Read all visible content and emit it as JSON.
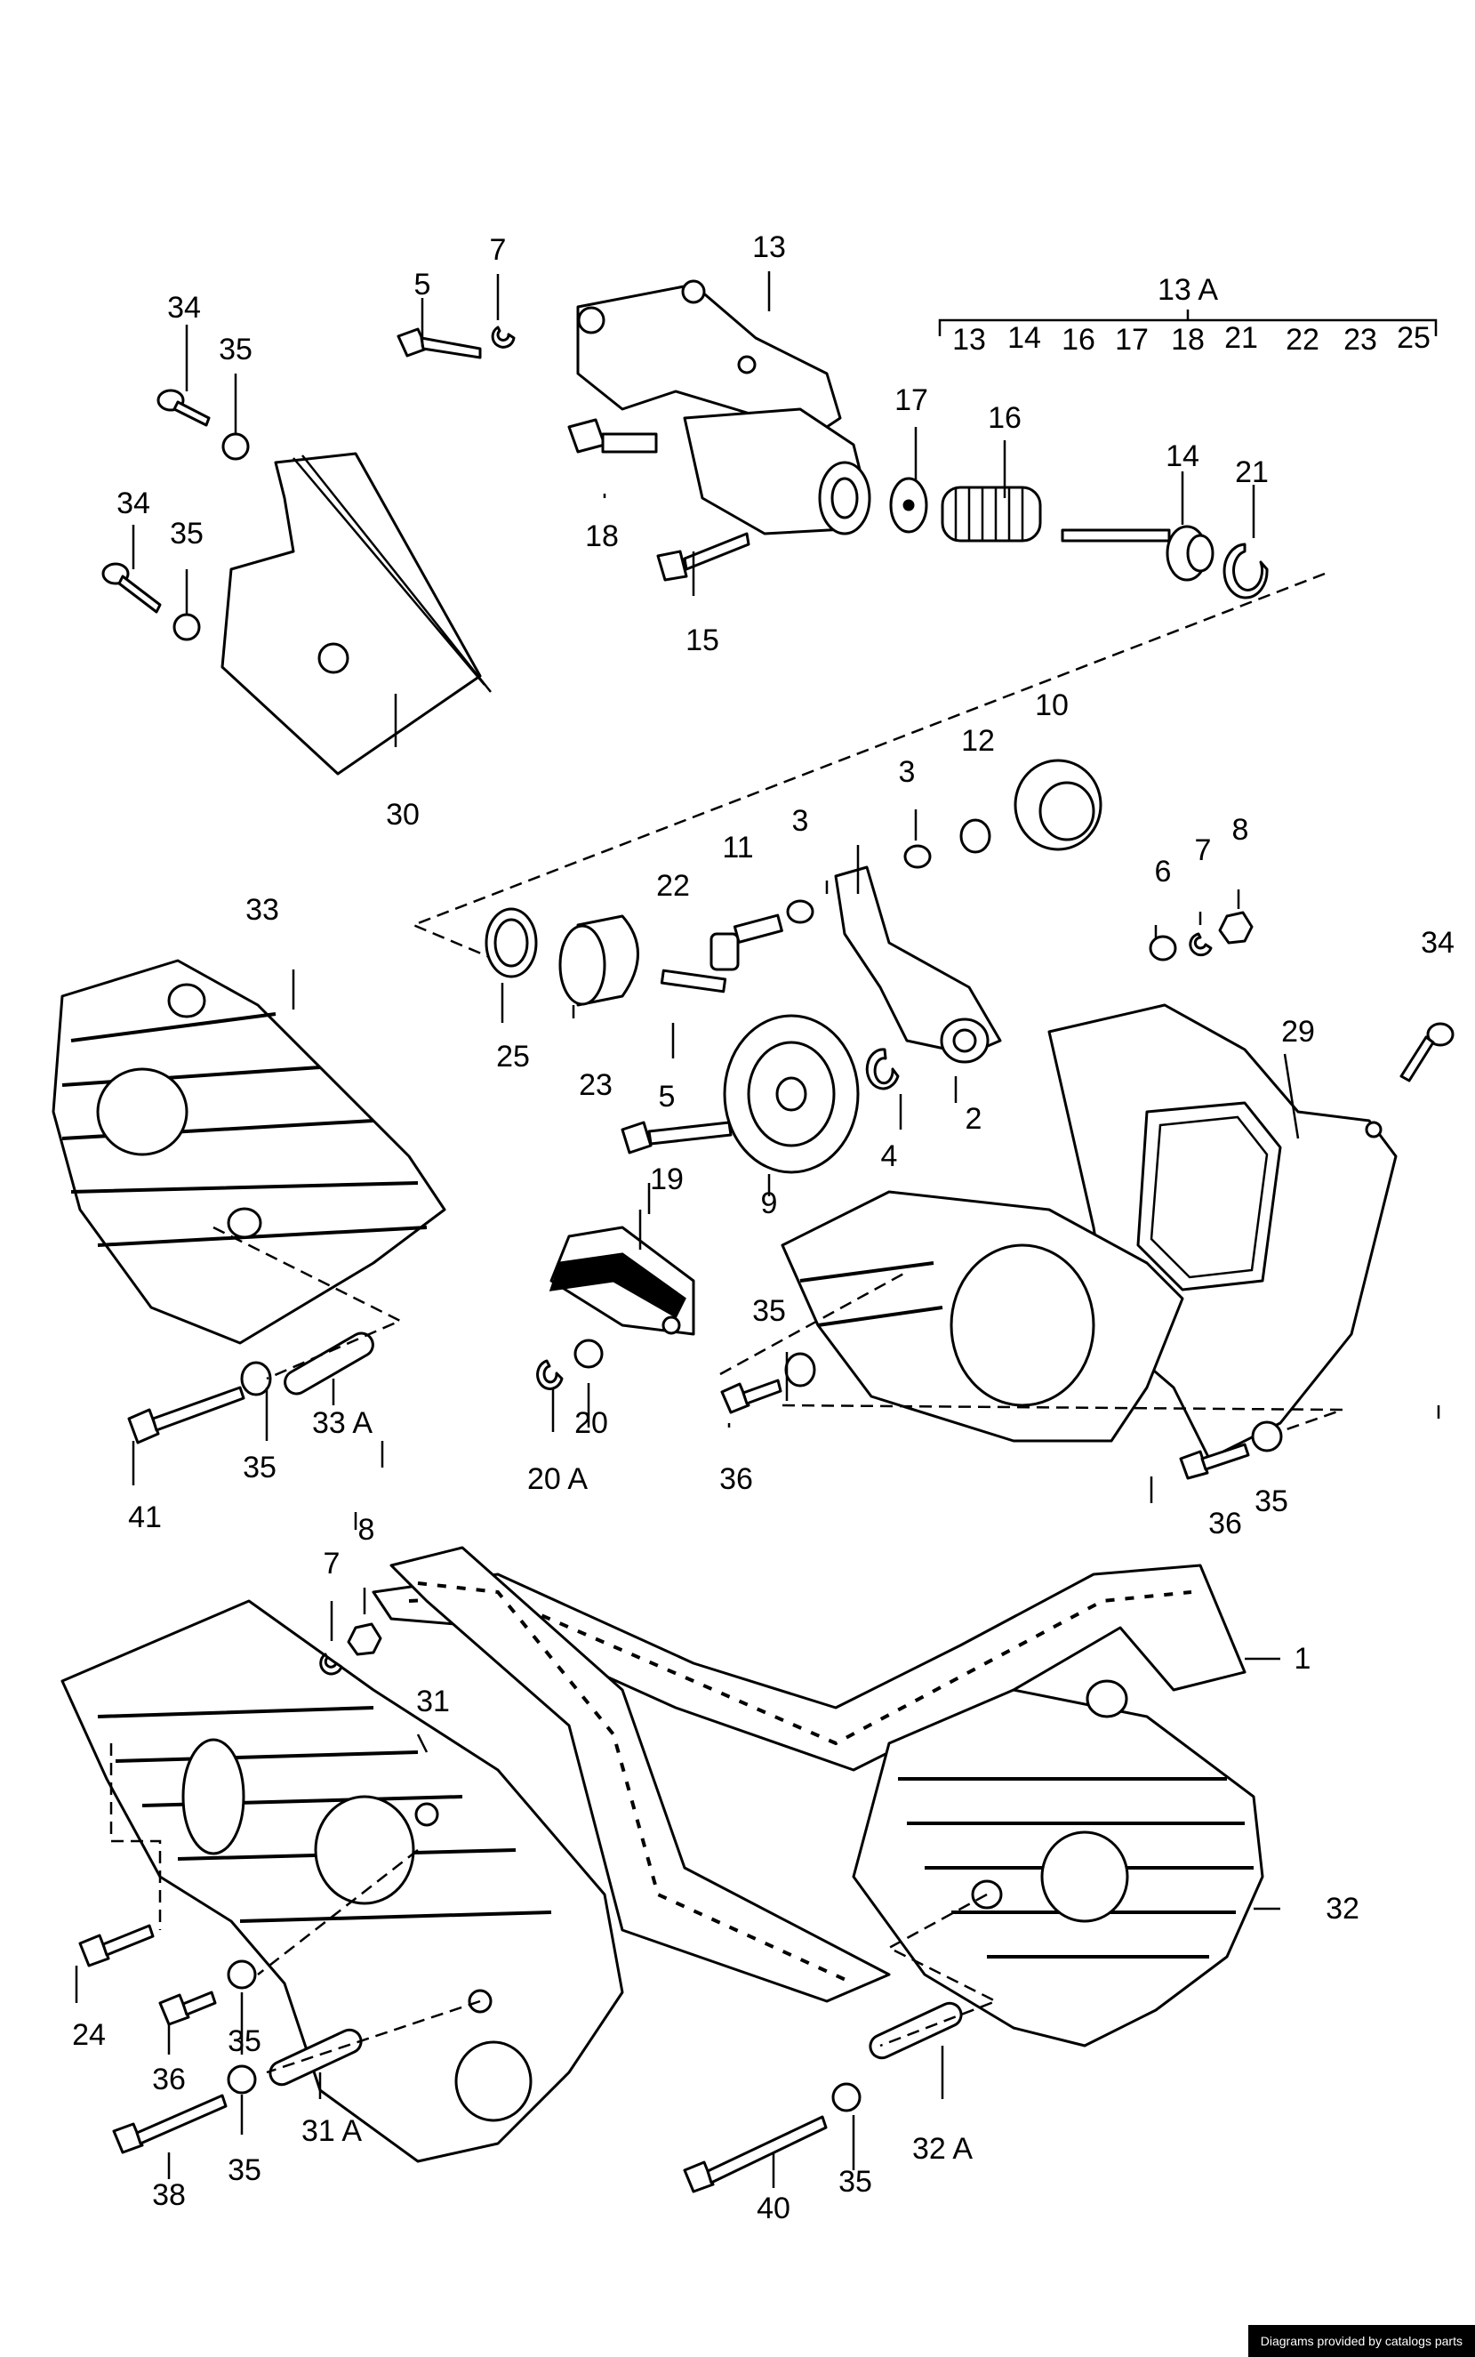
{
  "labels": {
    "l1": "1",
    "l2": "2",
    "l3a": "3",
    "l3b": "3",
    "l4": "4",
    "l5a": "5",
    "l5b": "5",
    "l6": "6",
    "l7a": "7",
    "l7b": "7",
    "l7c": "7",
    "l8a": "8",
    "l8b": "8",
    "l9": "9",
    "l10": "10",
    "l11": "11",
    "l12": "12",
    "l13": "13",
    "l14": "14",
    "l15": "15",
    "l16": "16",
    "l17": "17",
    "l18": "18",
    "l19": "19",
    "l20": "20",
    "l20a": "20 A",
    "l21": "21",
    "l22": "22",
    "l23": "23",
    "l24": "24",
    "l25": "25",
    "l29": "29",
    "l30": "30",
    "l31": "31",
    "l31a": "31 A",
    "l32": "32",
    "l32a": "32 A",
    "l33": "33",
    "l33a": "33 A",
    "l34a": "34",
    "l34b": "34",
    "l34c": "34",
    "l35a": "35",
    "l35b": "35",
    "l35c": "35",
    "l35d": "35",
    "l35e": "35",
    "l35f": "35",
    "l35g": "35",
    "l35h": "35",
    "l36a": "36",
    "l36b": "36",
    "l36c": "36",
    "l38": "38",
    "l40": "40",
    "l41": "41"
  },
  "kit": {
    "title": "13 A",
    "items": [
      "13",
      "14",
      "16",
      "17",
      "18",
      "21",
      "22",
      "23",
      "25"
    ]
  },
  "credit": "Diagrams provided by catalogs parts"
}
